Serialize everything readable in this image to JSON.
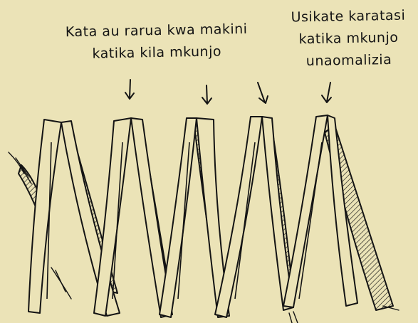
{
  "notes": {
    "left": [
      "Kata au rarua kwa makini",
      "katika kila mkunjo"
    ],
    "right": [
      "Usikate karatasi",
      "katika mkunjo",
      "unaomalizia"
    ]
  },
  "colors": {
    "background": "#ebe3b7",
    "ink": "#141414"
  }
}
